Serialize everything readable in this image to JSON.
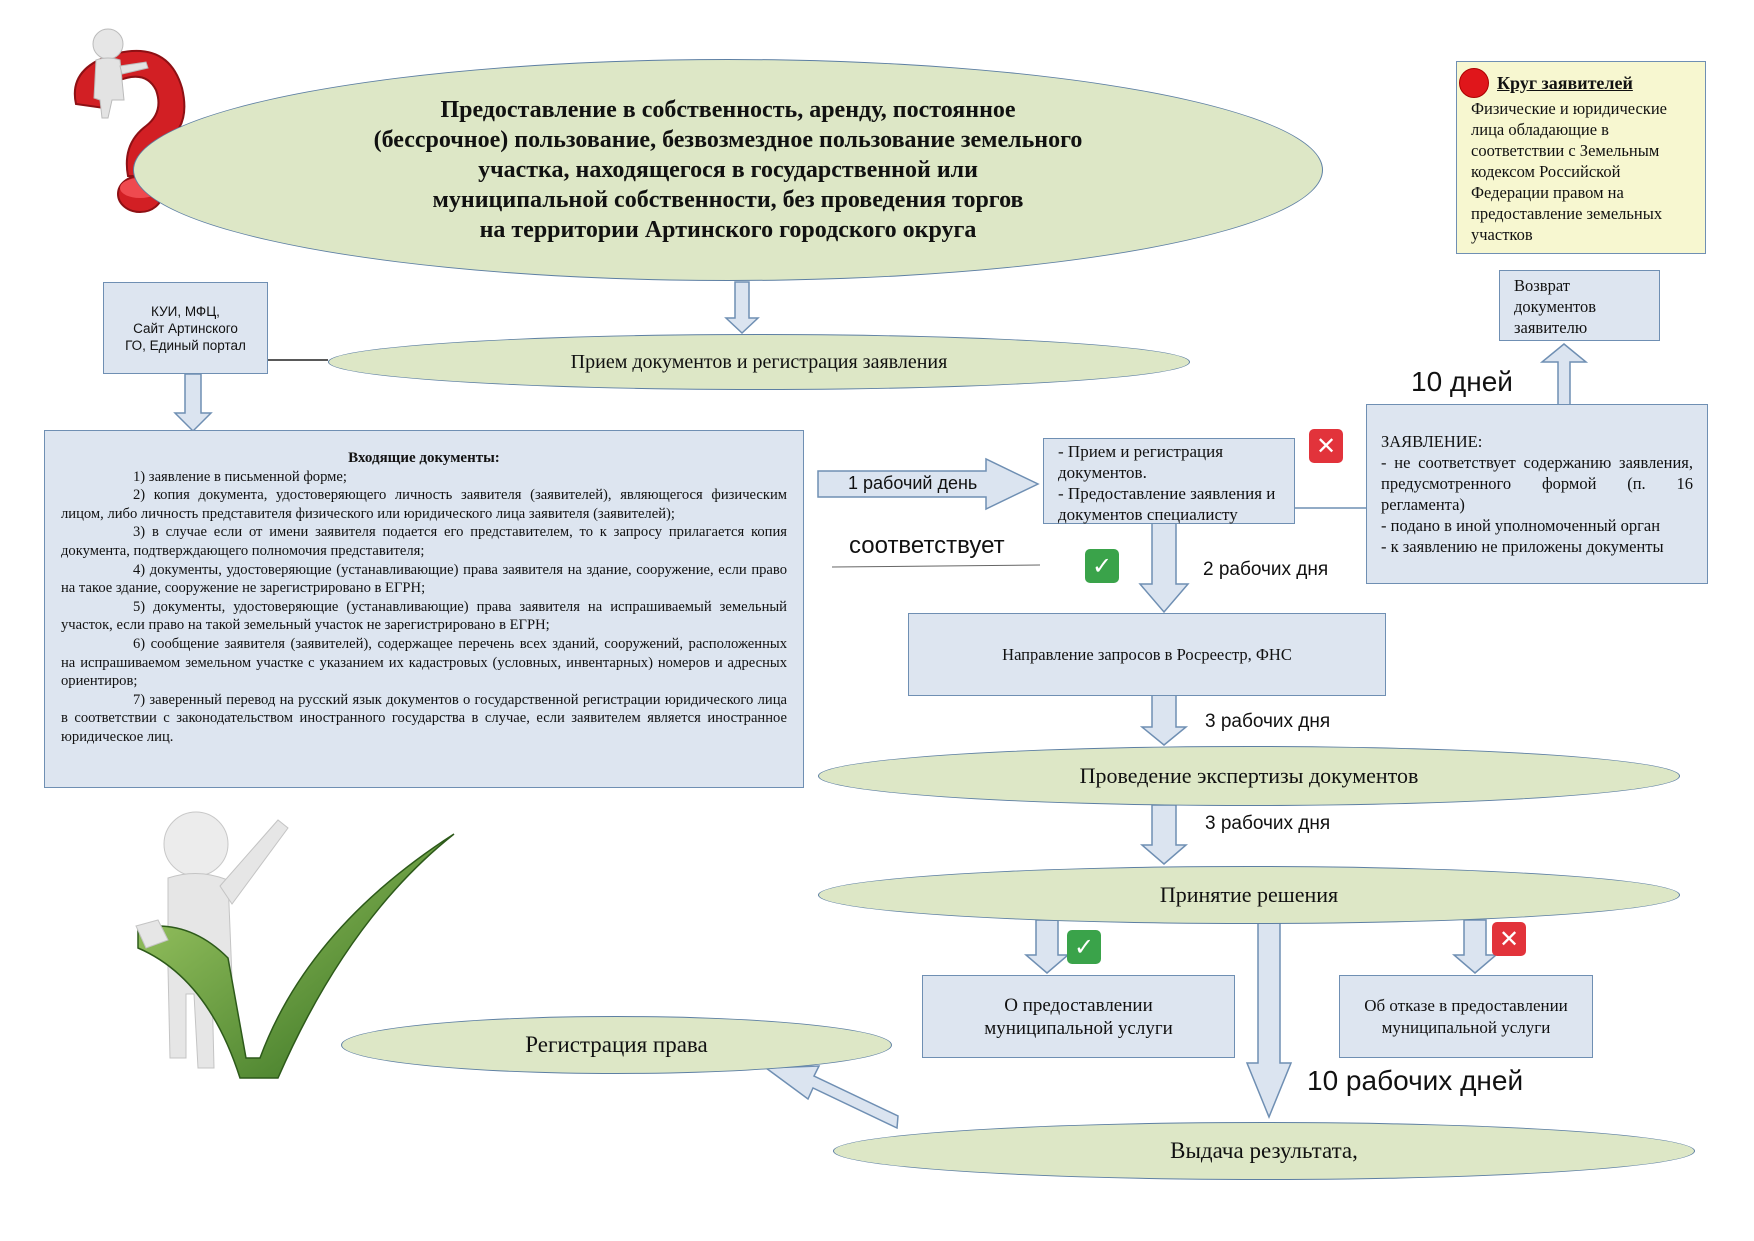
{
  "title": {
    "lines": [
      "Предоставление в собственность, аренду, постоянное",
      "(бессрочное) пользование, безвозмездное пользование земельного",
      "участка, находящегося в государственной или",
      "муниципальной собственности, без проведения торгов",
      "на территории Артинского городского округа"
    ]
  },
  "applicants": {
    "heading": "Круг заявителей",
    "text": "Физические и юридические лица обладающие в соответствии с Земельным кодексом Российской Федерации правом на предоставление земельных участков"
  },
  "sources_box": {
    "lines": [
      "КУИ, МФЦ,",
      "Сайт Артинского",
      "ГО, Единый портал"
    ]
  },
  "steps": {
    "reception": "Прием документов и регистрация заявления",
    "reg_box_lines": [
      "- Прием  и регистрация документов.",
      "- Предоставление заявления и документов специалисту"
    ],
    "requests": "Направление запросов в Росреестр, ФНС",
    "expertise": "Проведение экспертизы документов",
    "decision": "Принятие решения",
    "grant": "О предоставлении муниципальной услуги",
    "refusal": "Об отказе в предоставлении муниципальной услуги",
    "result": "Выдача результата,",
    "registration": "Регистрация права",
    "return_docs": "Возврат документов заявителю"
  },
  "statement_box": {
    "heading": "ЗАЯВЛЕНИЕ:",
    "items": [
      "- не соответствует содержанию заявления, предусмотренного формой (п. 16 регламента)",
      "- подано в иной уполномоченный орган",
      "- к заявлению не приложены документы"
    ]
  },
  "labels": {
    "one_day": "1  рабочий день",
    "complies": "соответствует",
    "two_days": "2 рабочих дня",
    "three_days_1": "3 рабочих дня",
    "three_days_2": "3 рабочих дня",
    "ten_days": "10 дней",
    "ten_work_days": "10 рабочих  дней"
  },
  "incoming_docs": {
    "heading": "Входящие документы:",
    "items": [
      "1) заявление в письменной форме;",
      "2) копия документа, удостоверяющего личность заявителя (заявителей), являющегося физическим лицом, либо личность представителя физического или юридического лица заявителя (заявителей);",
      "3) в случае если от имени заявителя подается его представителем, то к запросу прилагается копия документа, подтверждающего полномочия представителя;",
      "4) документы, удостоверяющие (устанавливающие) права заявителя на здание, сооружение, если право на такое здание, сооружение не зарегистрировано в ЕГРН;",
      "5) документы, удостоверяющие (устанавливающие) права заявителя на испрашиваемый земельный участок, если право на такой земельный участок не зарегистрировано в ЕГРН;",
      "6) сообщение заявителя (заявителей), содержащее перечень всех зданий, сооружений, расположенных на испрашиваемом земельном участке с указанием их кадастровых (условных, инвентарных) номеров и адресных ориентиров;",
      "7) заверенный перевод на русский язык документов о государственной регистрации юридического лица в соответствии с законодательством иностранного государства в случае, если заявителем является иностранное юридическое лиц."
    ]
  },
  "icons": [
    "question-mark-figure",
    "checkmark-figure",
    "check-icon",
    "cross-icon",
    "red-dot-icon"
  ],
  "colors": {
    "ellipse_fill": "#dde7c6",
    "box_fill": "#dde5f0",
    "border": "#6f8fb3",
    "applicants_fill": "#f7f7d0",
    "check_green": "#3aa34a",
    "cross_red": "#e2333b"
  }
}
